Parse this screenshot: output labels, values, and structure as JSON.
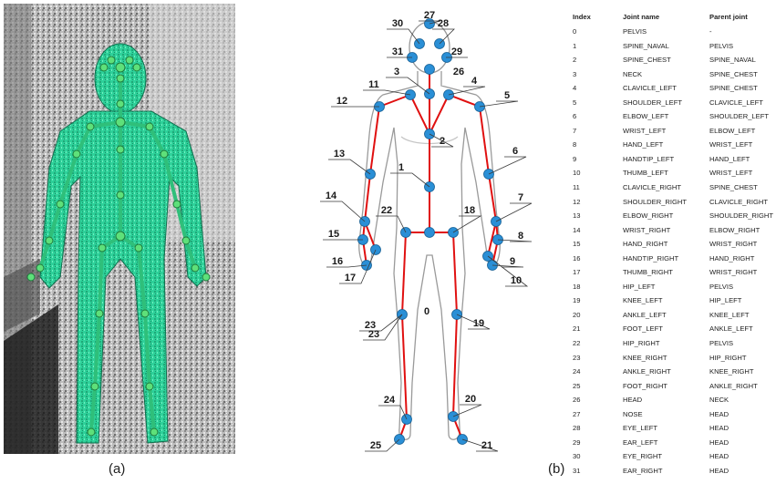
{
  "panel_a": {
    "caption": "(a)"
  },
  "panel_b": {
    "caption": "(b)"
  },
  "colors": {
    "skeleton_green": "#2fbf7a",
    "joint_blue": "#2a8fd6",
    "bone_red": "#e01010",
    "body_outline": "#9a9a9a"
  },
  "joint_labels": [
    "0",
    "1",
    "2",
    "3",
    "4",
    "5",
    "6",
    "7",
    "8",
    "9",
    "10",
    "11",
    "12",
    "13",
    "14",
    "15",
    "16",
    "17",
    "18",
    "19",
    "20",
    "21",
    "22",
    "23",
    "23",
    "24",
    "25",
    "26",
    "27",
    "28",
    "29",
    "30",
    "31"
  ],
  "table": {
    "headers": [
      "Index",
      "Joint name",
      "Parent joint"
    ],
    "rows": [
      [
        "0",
        "PELVIS",
        "-"
      ],
      [
        "1",
        "SPINE_NAVAL",
        "PELVIS"
      ],
      [
        "2",
        "SPINE_CHEST",
        "SPINE_NAVAL"
      ],
      [
        "3",
        "NECK",
        "SPINE_CHEST"
      ],
      [
        "4",
        "CLAVICLE_LEFT",
        "SPINE_CHEST"
      ],
      [
        "5",
        "SHOULDER_LEFT",
        "CLAVICLE_LEFT"
      ],
      [
        "6",
        "ELBOW_LEFT",
        "SHOULDER_LEFT"
      ],
      [
        "7",
        "WRIST_LEFT",
        "ELBOW_LEFT"
      ],
      [
        "8",
        "HAND_LEFT",
        "WRIST_LEFT"
      ],
      [
        "9",
        "HANDTIP_LEFT",
        "HAND_LEFT"
      ],
      [
        "10",
        "THUMB_LEFT",
        "WRIST_LEFT"
      ],
      [
        "11",
        "CLAVICLE_RIGHT",
        "SPINE_CHEST"
      ],
      [
        "12",
        "SHOULDER_RIGHT",
        "CLAVICLE_RIGHT"
      ],
      [
        "13",
        "ELBOW_RIGHT",
        "SHOULDER_RIGHT"
      ],
      [
        "14",
        "WRIST_RIGHT",
        "ELBOW_RIGHT"
      ],
      [
        "15",
        "HAND_RIGHT",
        "WRIST_RIGHT"
      ],
      [
        "16",
        "HANDTIP_RIGHT",
        "HAND_RIGHT"
      ],
      [
        "17",
        "THUMB_RIGHT",
        "WRIST_RIGHT"
      ],
      [
        "18",
        "HIP_LEFT",
        "PELVIS"
      ],
      [
        "19",
        "KNEE_LEFT",
        "HIP_LEFT"
      ],
      [
        "20",
        "ANKLE_LEFT",
        "KNEE_LEFT"
      ],
      [
        "21",
        "FOOT_LEFT",
        "ANKLE_LEFT"
      ],
      [
        "22",
        "HIP_RIGHT",
        "PELVIS"
      ],
      [
        "23",
        "KNEE_RIGHT",
        "HIP_RIGHT"
      ],
      [
        "24",
        "ANKLE_RIGHT",
        "KNEE_RIGHT"
      ],
      [
        "25",
        "FOOT_RIGHT",
        "ANKLE_RIGHT"
      ],
      [
        "26",
        "HEAD",
        "NECK"
      ],
      [
        "27",
        "NOSE",
        "HEAD"
      ],
      [
        "28",
        "EYE_LEFT",
        "HEAD"
      ],
      [
        "29",
        "EAR_LEFT",
        "HEAD"
      ],
      [
        "30",
        "EYE_RIGHT",
        "HEAD"
      ],
      [
        "31",
        "EAR_RIGHT",
        "HEAD"
      ]
    ]
  }
}
